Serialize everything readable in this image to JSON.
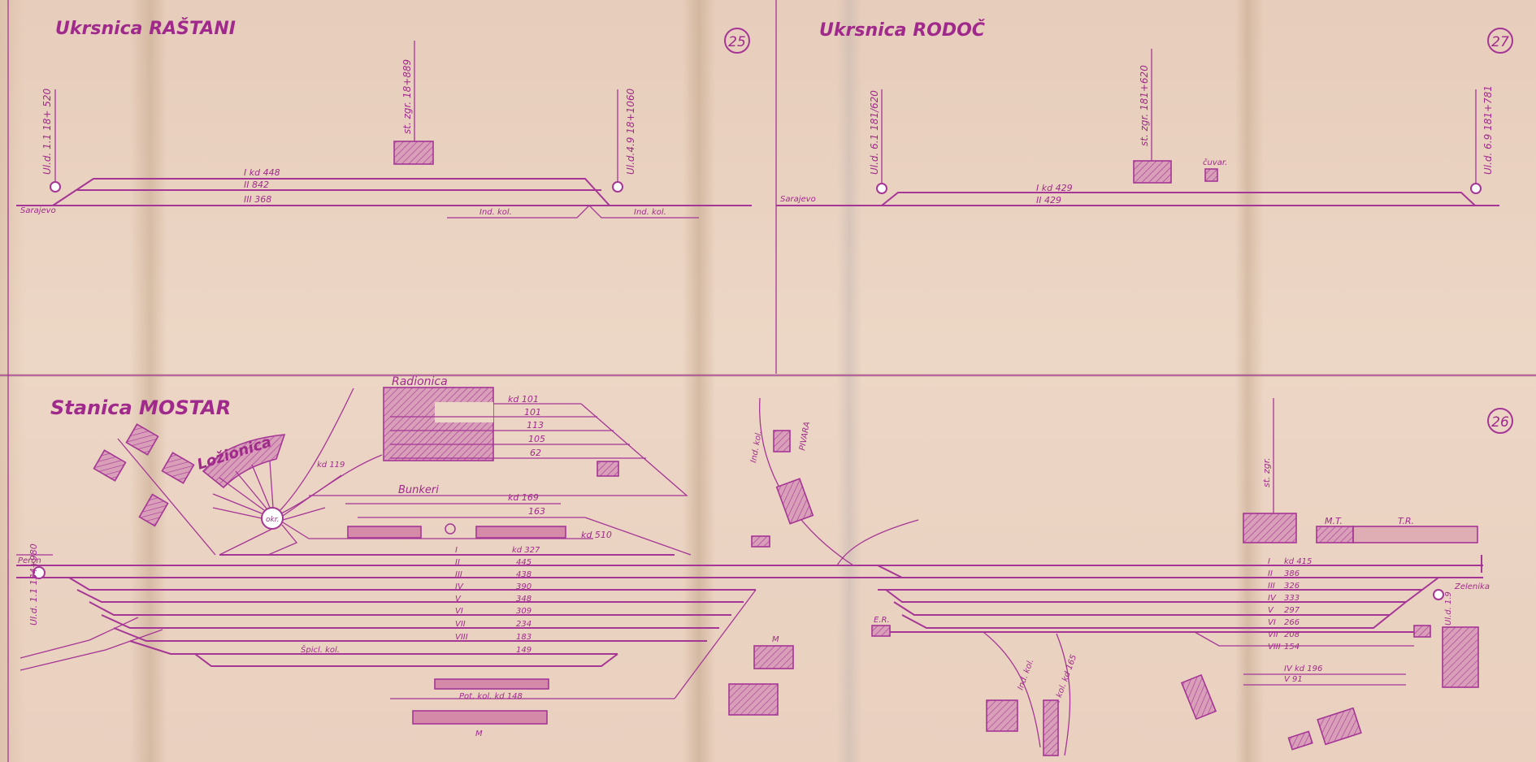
{
  "colors": {
    "ink": "#a53696",
    "paper": "#ead7c3"
  },
  "sheets": {
    "rastani": {
      "title": "Ukrsnica RAŠTANI",
      "number": "25",
      "signal_left": "Ul.d. 1.1 18+ 520",
      "signal_right": "Ul.d.4.9 18+1060",
      "building_label": "st. zgr. 18+889",
      "track_labels": [
        "I kd 448",
        "II 842",
        "III 368"
      ],
      "left_end": "Sarajevo",
      "side_labels": [
        "Ind. kol.",
        "Ind. kol."
      ]
    },
    "rodoc": {
      "title": "Ukrsnica RODOČ",
      "number": "27",
      "signal_left": "Ul.d. 6.1 181/620",
      "signal_right": "Ul.d. 6.9 181+781",
      "building_label": "st. zgr. 181+620",
      "hut_label": "čuvar.",
      "track_labels": [
        "I kd 429",
        "II 429"
      ],
      "left_end": "Sarajevo"
    },
    "mostar": {
      "title": "Stanica MOSTAR",
      "number": "26",
      "turntable": "okr.",
      "labels": {
        "radionica": "Radionica",
        "lozionica": "Ložionica",
        "bunkeri": "Bunkeri",
        "pivara": "PIVARA",
        "zelenika": "Zelenika",
        "perron": "Peron",
        "ind_kol_1": "Ind. kol.",
        "ind_kol_2": "Ind. kol.",
        "ind_kol_3": "Ind. kol. kd 165",
        "kd_119": "kd 119",
        "kd_510": "kd 510",
        "kd_169": "kd 169",
        "kd_163": "163",
        "mt": "M.T.",
        "tr": "T.R.",
        "er": "E.R.",
        "m1": "M",
        "m2": "M",
        "pot_kol": "Pot. kol. kd 148",
        "sprint_kol": "Špicl. kol.",
        "st_zgr": "st. zgr.",
        "lower_kd": "IV kd 196",
        "lower_kd2": "V 91",
        "ul_d_left": "Ul.d. 1.1 134+980",
        "ul_d_right": "Ul.d. 1.9"
      },
      "workshop_tracks": [
        "kd 101",
        "101",
        "113",
        "105",
        "62"
      ],
      "main_tracks_left": [
        {
          "no": "I",
          "val": "kd 327"
        },
        {
          "no": "II",
          "val": "445"
        },
        {
          "no": "III",
          "val": "438"
        },
        {
          "no": "IV",
          "val": "390"
        },
        {
          "no": "V",
          "val": "348"
        },
        {
          "no": "VI",
          "val": "309"
        },
        {
          "no": "VII",
          "val": "234"
        },
        {
          "no": "VIII",
          "val": "183"
        },
        {
          "no": "",
          "val": "149"
        }
      ],
      "main_tracks_right": [
        {
          "no": "I",
          "val": "kd 415"
        },
        {
          "no": "II",
          "val": "386"
        },
        {
          "no": "III",
          "val": "326"
        },
        {
          "no": "IV",
          "val": "333"
        },
        {
          "no": "V",
          "val": "297"
        },
        {
          "no": "VI",
          "val": "266"
        },
        {
          "no": "VII",
          "val": "208"
        },
        {
          "no": "VIII",
          "val": "154"
        }
      ]
    }
  }
}
